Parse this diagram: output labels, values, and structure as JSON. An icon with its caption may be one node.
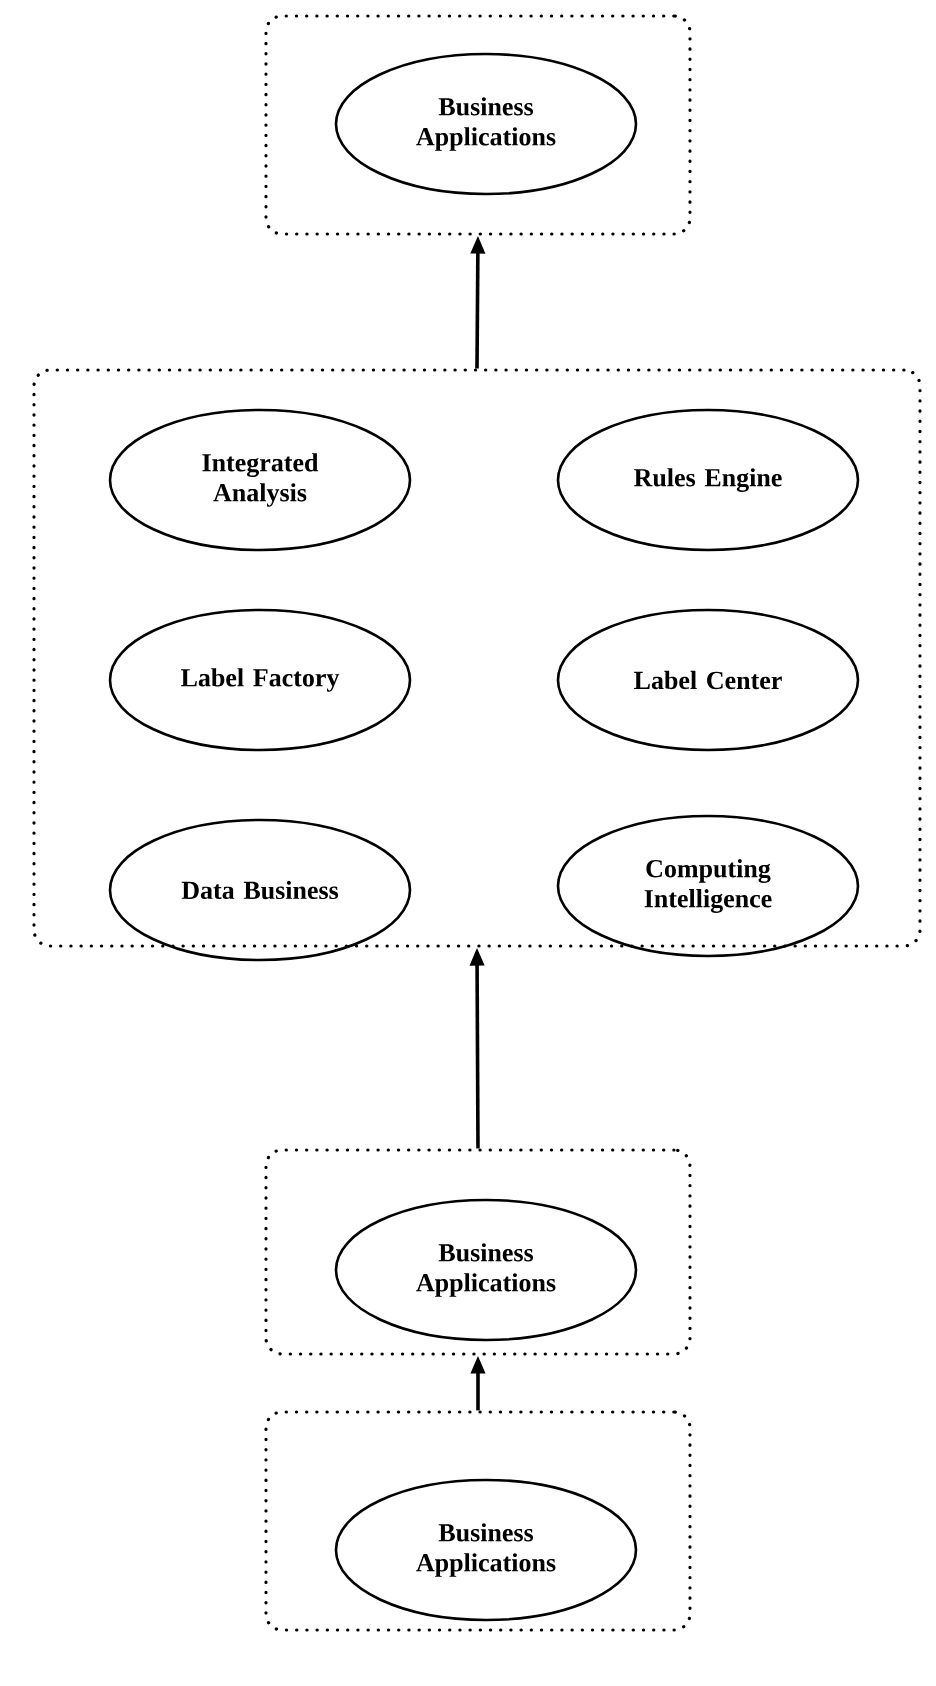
{
  "diagram": {
    "nodes": [
      {
        "text": [],
        "shape": "box"
      },
      {
        "text": [
          "Business Applications"
        ],
        "in": 0
      },
      {
        "text": [],
        "shape": "box"
      },
      {
        "text": [
          "Integrated Analysis"
        ],
        "in": 2
      },
      {
        "text": [
          "Rules Engine"
        ],
        "in": 2
      },
      {
        "text": [
          "Label Factory"
        ],
        "in": 2
      },
      {
        "text": [
          "Label Center"
        ],
        "in": 2
      },
      {
        "text": [
          "Data Business"
        ],
        "in": 2
      },
      {
        "text": [
          "Computing Intelligence"
        ],
        "in": 2
      },
      {
        "text": [],
        "shape": "box"
      },
      {
        "text": [
          "Business Applications"
        ],
        "in": 9
      },
      {
        "text": [],
        "shape": "box"
      },
      {
        "text": [
          "Business Applications"
        ],
        "in": 11
      }
    ],
    "edges": [
      {
        "from": 2,
        "to": 0,
        "arrow": "to"
      },
      {
        "from": 9,
        "to": 2,
        "arrow": "to"
      },
      {
        "from": 11,
        "to": 9,
        "arrow": "to"
      }
    ]
  }
}
